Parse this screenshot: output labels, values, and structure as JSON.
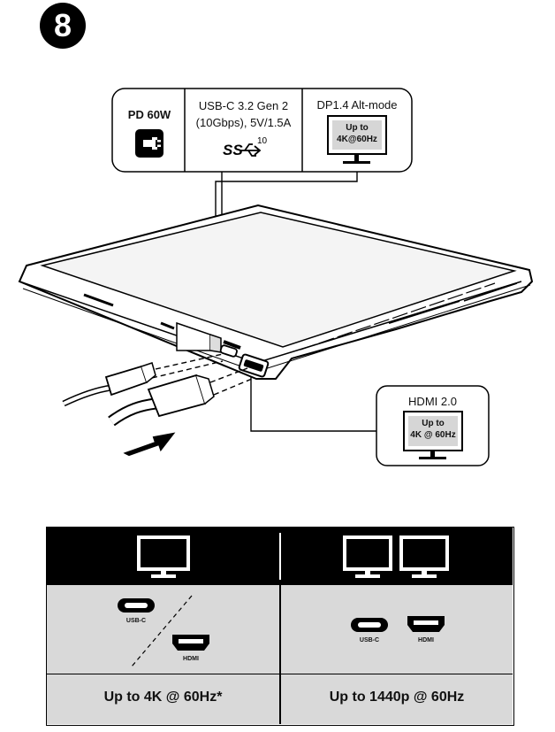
{
  "step": {
    "number": "8"
  },
  "top_callout": {
    "pd": {
      "label": "PD 60W",
      "icon": "power-plug-icon"
    },
    "usb": {
      "line1": "USB-C 3.2 Gen 2",
      "line2": "(10Gbps), 5V/1.5A",
      "logo_text": "SS",
      "logo_superscript": "10",
      "icon": "superspeed-usb-icon"
    },
    "dp": {
      "label": "DP1.4 Alt-mode",
      "monitor_line1": "Up to",
      "monitor_line2": "4K@60Hz",
      "icon": "monitor-icon"
    }
  },
  "hdmi_callout": {
    "label": "HDMI 2.0",
    "monitor_line1": "Up to",
    "monitor_line2": "4K @ 60Hz",
    "icon": "monitor-icon"
  },
  "table": {
    "col1": {
      "header_icon": "single-monitor-icon",
      "port1_label": "USB-C",
      "port2_label": "HDMI",
      "footer": "Up to 4K @ 60Hz*"
    },
    "col2": {
      "header_icon": "dual-monitor-icon",
      "port1_label": "USB-C",
      "port2_label": "HDMI",
      "footer": "Up to 1440p @ 60Hz"
    }
  },
  "colors": {
    "black": "#000000",
    "grey": "#d9d9d9",
    "laptop_screen": "#f4f4f4"
  }
}
